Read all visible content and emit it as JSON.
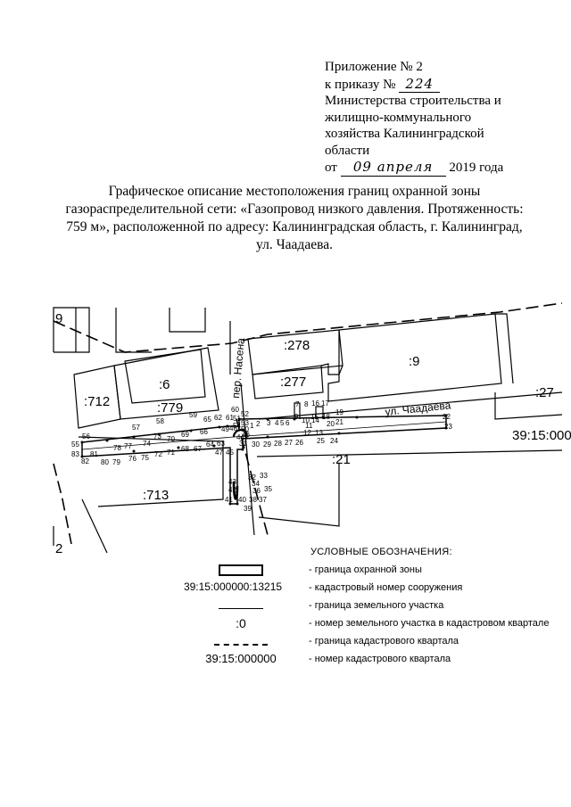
{
  "appendix": {
    "line1": "Приложение № 2",
    "line2_prefix": "к приказу №",
    "order_number": "224",
    "line3": "Министерства строительства и",
    "line4": "жилищно-коммунального",
    "line5": "хозяйства Калининградской",
    "line6": "области",
    "date_prefix": "от",
    "date_handwritten": "09 апреля",
    "date_suffix": "2019 года"
  },
  "title": {
    "line1": "Графическое описание местоположения границ охранной зоны",
    "line2": "газораспределительной сети: «Газопровод низкого давления. Протяженность:",
    "line3": "759 м», расположенной по адресу: Калининградская область, г. Калининград,",
    "line4": "ул. Чаадаева."
  },
  "map": {
    "parcels": {
      "p9_left": "9",
      "p278": ":278",
      "p9": ":9",
      "p277": ":277",
      "p712": ":712",
      "p6": ":6",
      "p779": ":779",
      "p27": ":27",
      "p21": ":21",
      "p713": ":713",
      "p2": "2"
    },
    "streets": {
      "nasena": "пер. Насена",
      "chaadaeva": "ул. Чаадаева"
    },
    "quarter_label": "39:15:000",
    "points": {
      "n1": "1",
      "n2": "2",
      "n3": "3",
      "n4": "4",
      "n5": "5",
      "n6": "6",
      "n7": "7",
      "n8": "8",
      "n9": "9",
      "n10": "10",
      "n11": "11",
      "n12": "12",
      "n13": "13",
      "n14": "14",
      "n15": "15",
      "n16": "16",
      "n17": "17",
      "n18": "18",
      "n19": "19",
      "n20": "20",
      "n21": "21",
      "n22": "22",
      "n23": "23",
      "n24": "24",
      "n25": "25",
      "n26": "26",
      "n27": "27",
      "n28": "28",
      "n29": "29",
      "n30": "30",
      "n31": "31",
      "n32": "32",
      "n33": "33",
      "n34": "34",
      "n35": "35",
      "n36": "36",
      "n37": "37",
      "n38": "38",
      "n39": "39",
      "n40": "40",
      "n41": "41",
      "n42": "42",
      "n43": "43",
      "n44": "44",
      "n45": "45",
      "n46": "46",
      "n47": "47",
      "n48": "48",
      "n49": "49",
      "n50": "50",
      "n51": "51",
      "n52": "52",
      "n53": "53",
      "n54": "54",
      "n55": "55",
      "n56": "56",
      "n57": "57",
      "n58": "58",
      "n59": "59",
      "n60": "60",
      "n61": "61",
      "n62": "62",
      "n63": "63",
      "n64": "64",
      "n65": "65",
      "n66": "66",
      "n67": "67",
      "n68": "68",
      "n69": "69",
      "n70": "70",
      "n71": "71",
      "n72": "72",
      "n73": "73",
      "n74": "74",
      "n75": "75",
      "n76": "76",
      "n77": "77",
      "n78": "78",
      "n79": "79",
      "n80": "80",
      "n81": "81",
      "n82": "82",
      "n83": "83"
    }
  },
  "legend": {
    "heading": "УСЛОВНЫЕ ОБОЗНАЧЕНИЯ:",
    "items": [
      {
        "symbol": "",
        "text": "- граница охранной зоны"
      },
      {
        "symbol": "39:15:000000:13215",
        "text": "- кадастровый номер сооружения"
      },
      {
        "symbol": "",
        "text": "- граница земельного участка"
      },
      {
        "symbol": ":0",
        "text": "- номер земельного участка в кадастровом квартале"
      },
      {
        "symbol": "",
        "text": "- граница  кадастрового квартала"
      },
      {
        "symbol": "39:15:000000",
        "text": "- номер кадастрового квартала"
      }
    ]
  }
}
